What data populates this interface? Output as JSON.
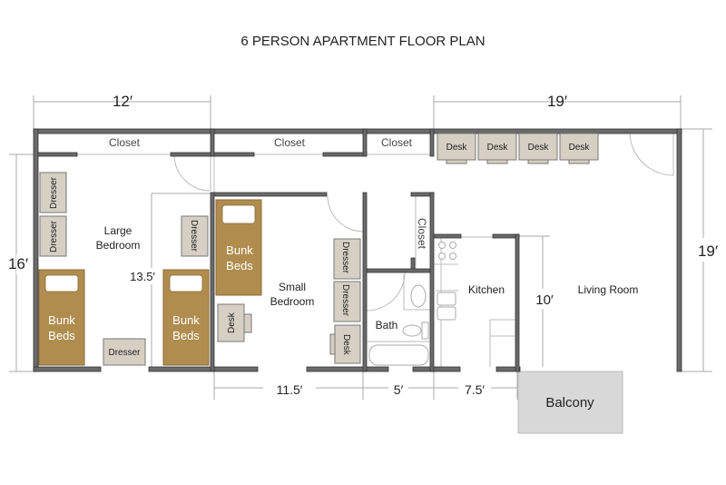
{
  "title": "6 PERSON APARTMENT FLOOR PLAN",
  "dimensions": {
    "top_left": "12′",
    "top_right": "19′",
    "left": "16′",
    "right": "19′",
    "large_bedroom_depth": "13.5′",
    "living_room_depth": "10′",
    "bottom_small_bedroom": "11.5′",
    "bottom_bath": "5′",
    "bottom_kitchen": "7.5′"
  },
  "rooms": {
    "closet_1": "Closet",
    "closet_2": "Closet",
    "closet_3": "Closet",
    "closet_4": "Closet",
    "large_bedroom_line1": "Large",
    "large_bedroom_line2": "Bedroom",
    "small_bedroom_line1": "Small",
    "small_bedroom_line2": "Bedroom",
    "bath": "Bath",
    "kitchen": "Kitchen",
    "living_room": "Living Room",
    "balcony": "Balcony"
  },
  "furniture": {
    "dresser": "Dresser",
    "desk": "Desk",
    "bunk_line1": "Bunk",
    "bunk_line2": "Beds"
  },
  "colors": {
    "wall": "#6a6a6a",
    "bed": "#b08d4f",
    "furniture": "#d6d0c4",
    "balcony": "#d8d8d8"
  }
}
